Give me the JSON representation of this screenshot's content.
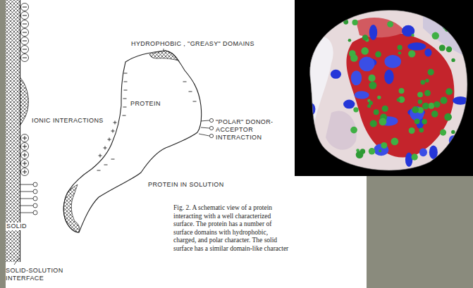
{
  "diagram": {
    "caption": "Fig. 2. A schematic view of a protein interacting with a well characterized surface. The protein has a number of surface domains with hydrophobic, charged, and polar character. The solid surface has a similar domain-like character",
    "nodes": [
      {
        "text": [
          "SOLID"
        ]
      },
      {
        "text": [
          "PROTEIN"
        ]
      }
    ],
    "labels": [
      "HYDROPHOBIC , \"GREASY\" DOMAINS",
      "IONIC INTERACTIONS",
      "\"POLAR\" DONOR-ACCEPTOR INTERACTION",
      "PROTEIN IN SOLUTION",
      "SOLID-SOLUTION INTERFACE"
    ]
  }
}
